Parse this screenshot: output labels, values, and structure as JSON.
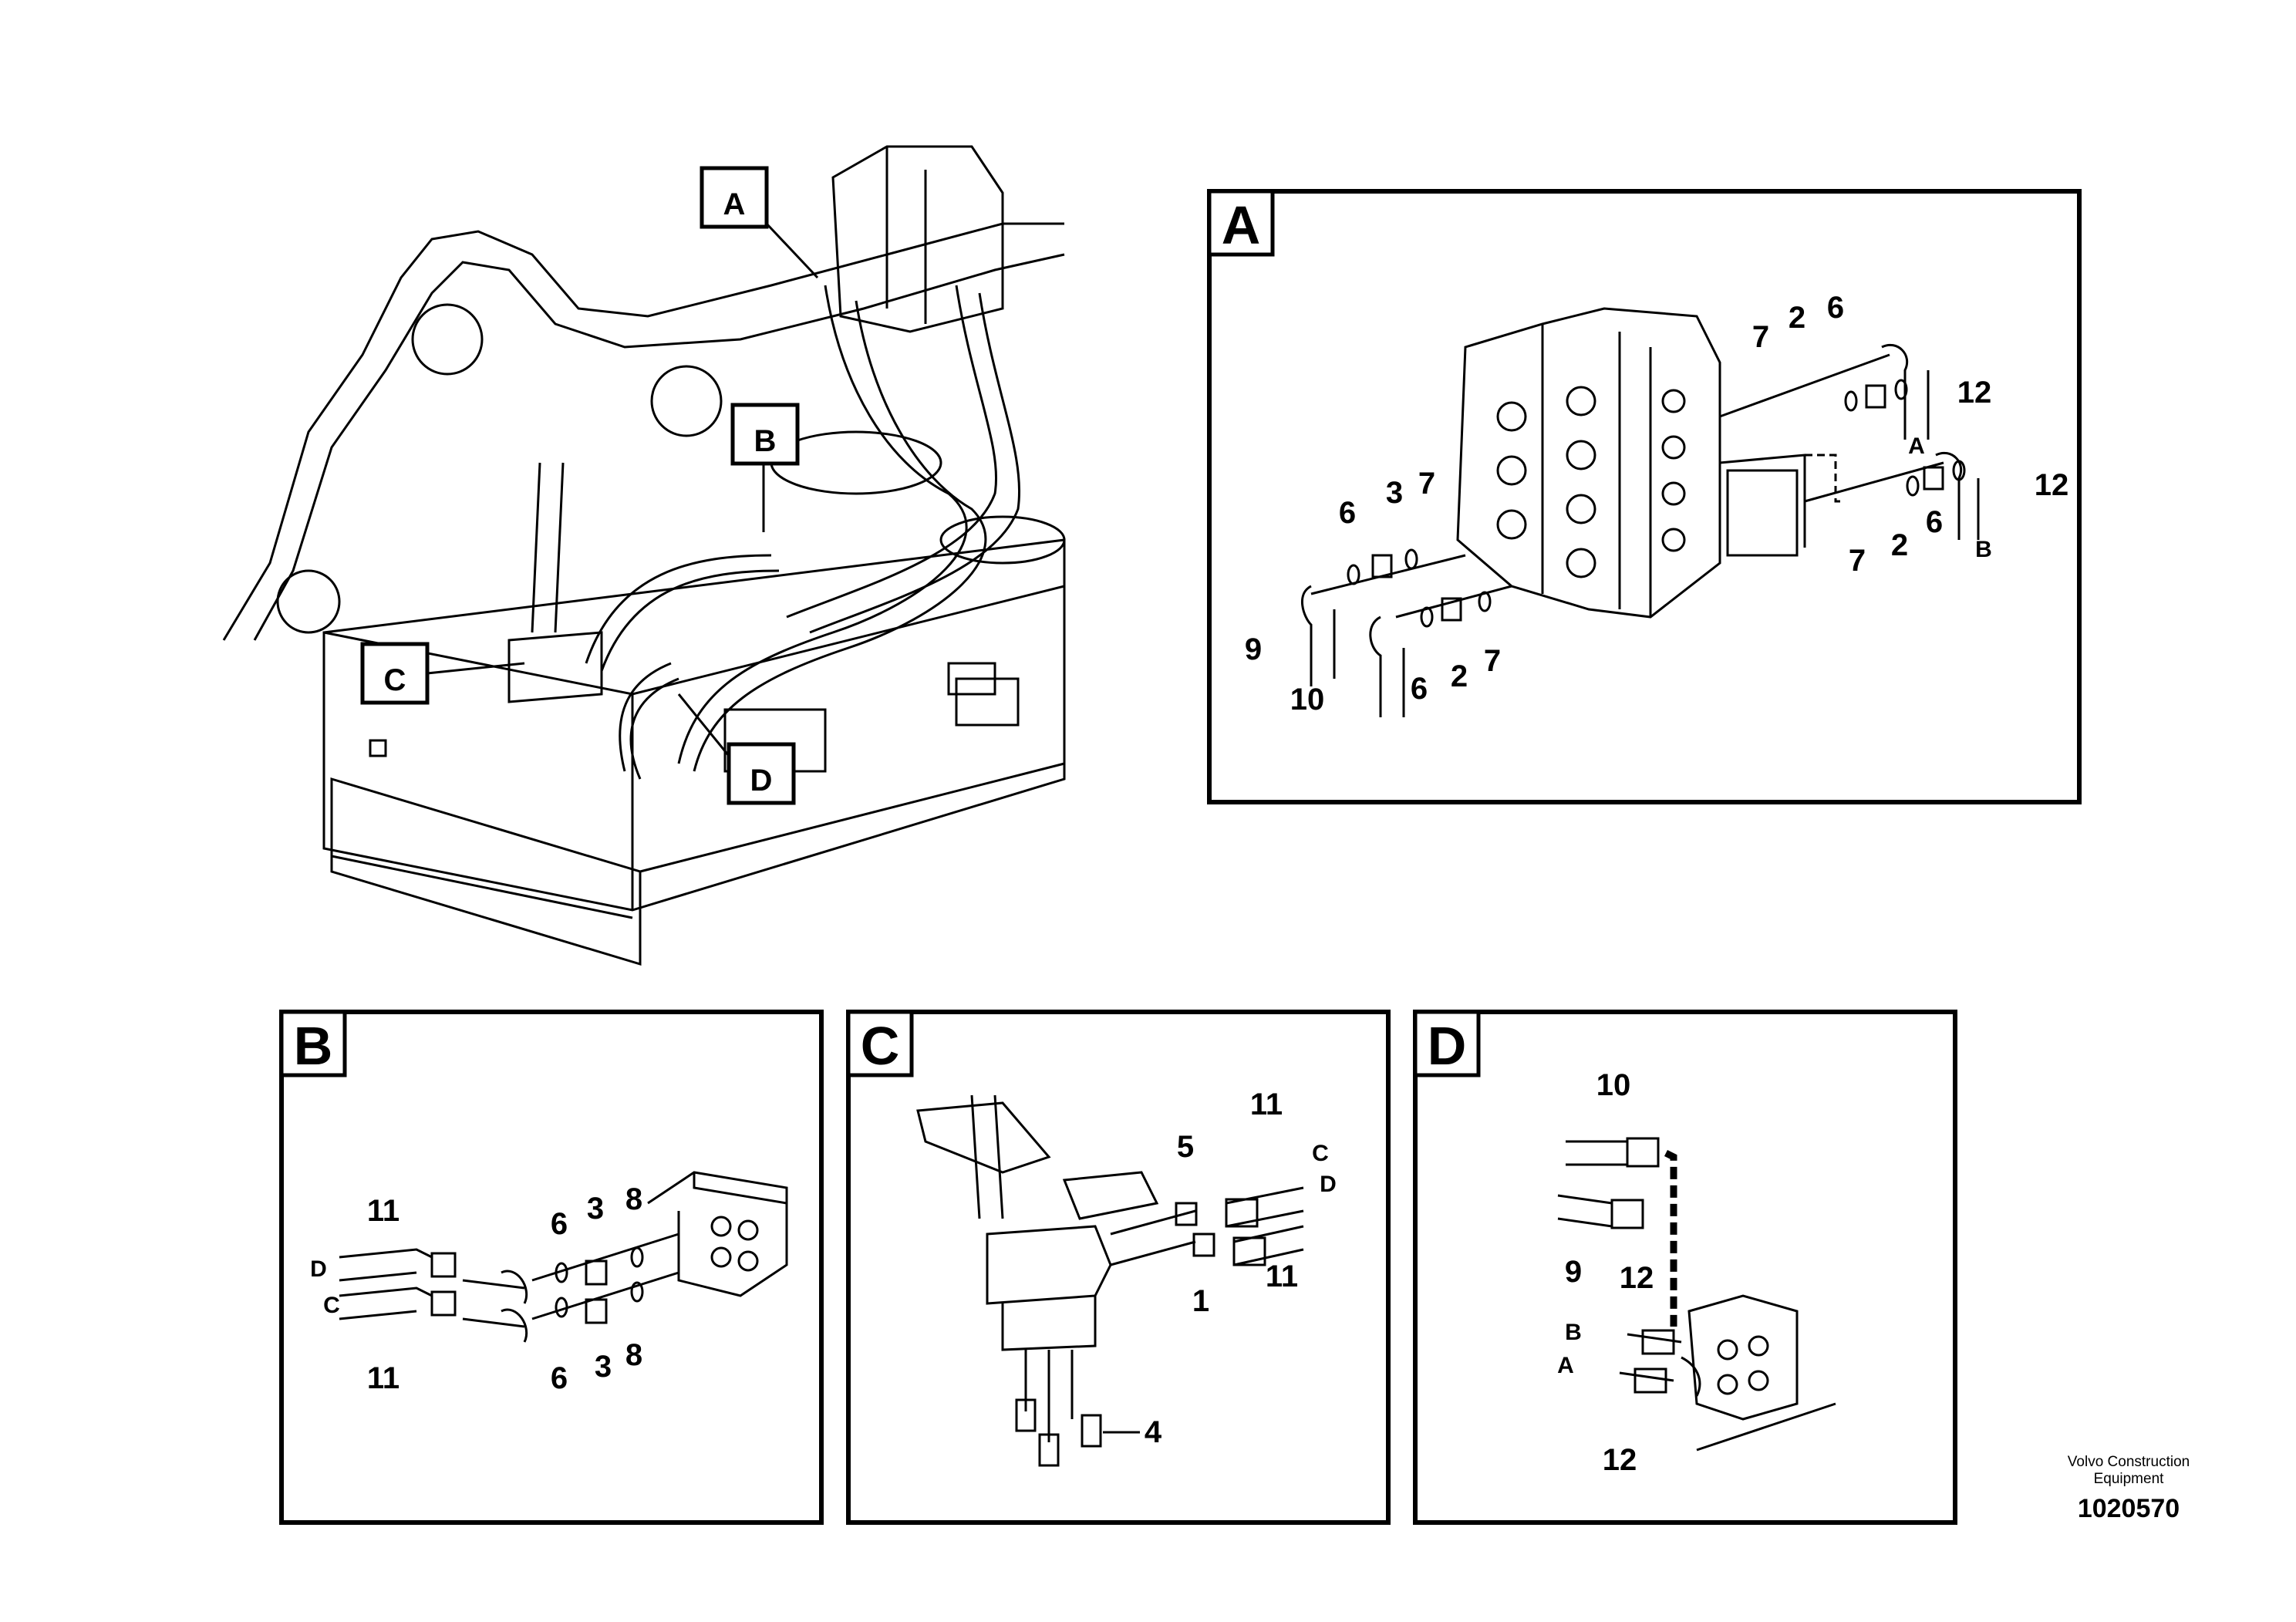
{
  "overview": {
    "callouts": [
      "A",
      "B",
      "C",
      "D"
    ]
  },
  "panels": {
    "A": {
      "letter": "A",
      "labels": [
        "7",
        "2",
        "6",
        "12",
        "A",
        "12",
        "6",
        "3",
        "7",
        "2",
        "7",
        "6",
        "B",
        "9",
        "10",
        "6",
        "2",
        "7"
      ]
    },
    "B": {
      "letter": "B",
      "labels": [
        "11",
        "D",
        "C",
        "11",
        "6",
        "3",
        "8",
        "6",
        "3",
        "8"
      ]
    },
    "C": {
      "letter": "C",
      "labels": [
        "5",
        "11",
        "C",
        "D",
        "1",
        "11",
        "4"
      ]
    },
    "D": {
      "letter": "D",
      "labels": [
        "10",
        "9",
        "12",
        "B",
        "A",
        "12"
      ]
    }
  },
  "footer": {
    "brand_line1": "Volvo Construction",
    "brand_line2": "Equipment",
    "drawing_number": "1020570"
  }
}
